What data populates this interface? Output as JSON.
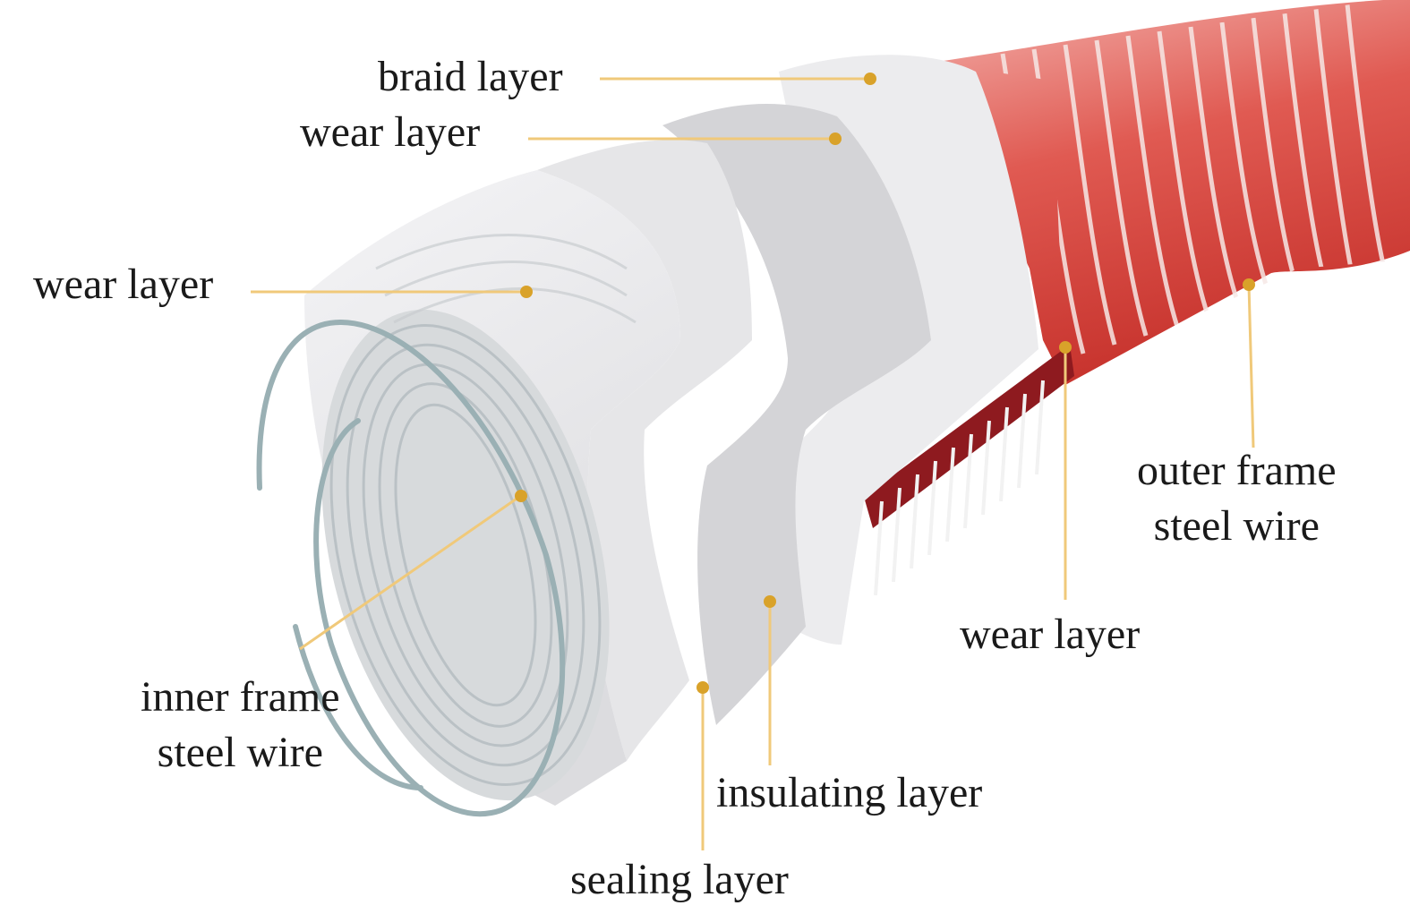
{
  "colors": {
    "leader_line": "#f0c97a",
    "marker": "#d9a22a",
    "red_layer": "#d83a35",
    "dark_red_band": "#8e1a1f",
    "white_layer": "#e8e8ea",
    "grey_layer": "#d3d3d6",
    "inner_wire": "#9ab0b4"
  },
  "labels": {
    "braid_layer": "braid layer",
    "wear_layer_top": "wear layer",
    "wear_layer_left": "wear layer",
    "wear_layer_right": "wear layer",
    "outer_frame_line1": "outer frame",
    "outer_frame_line2": "steel wire",
    "inner_frame_line1": "inner frame",
    "inner_frame_line2": "steel wire",
    "insulating_layer": "insulating layer",
    "sealing_layer": "sealing layer"
  }
}
